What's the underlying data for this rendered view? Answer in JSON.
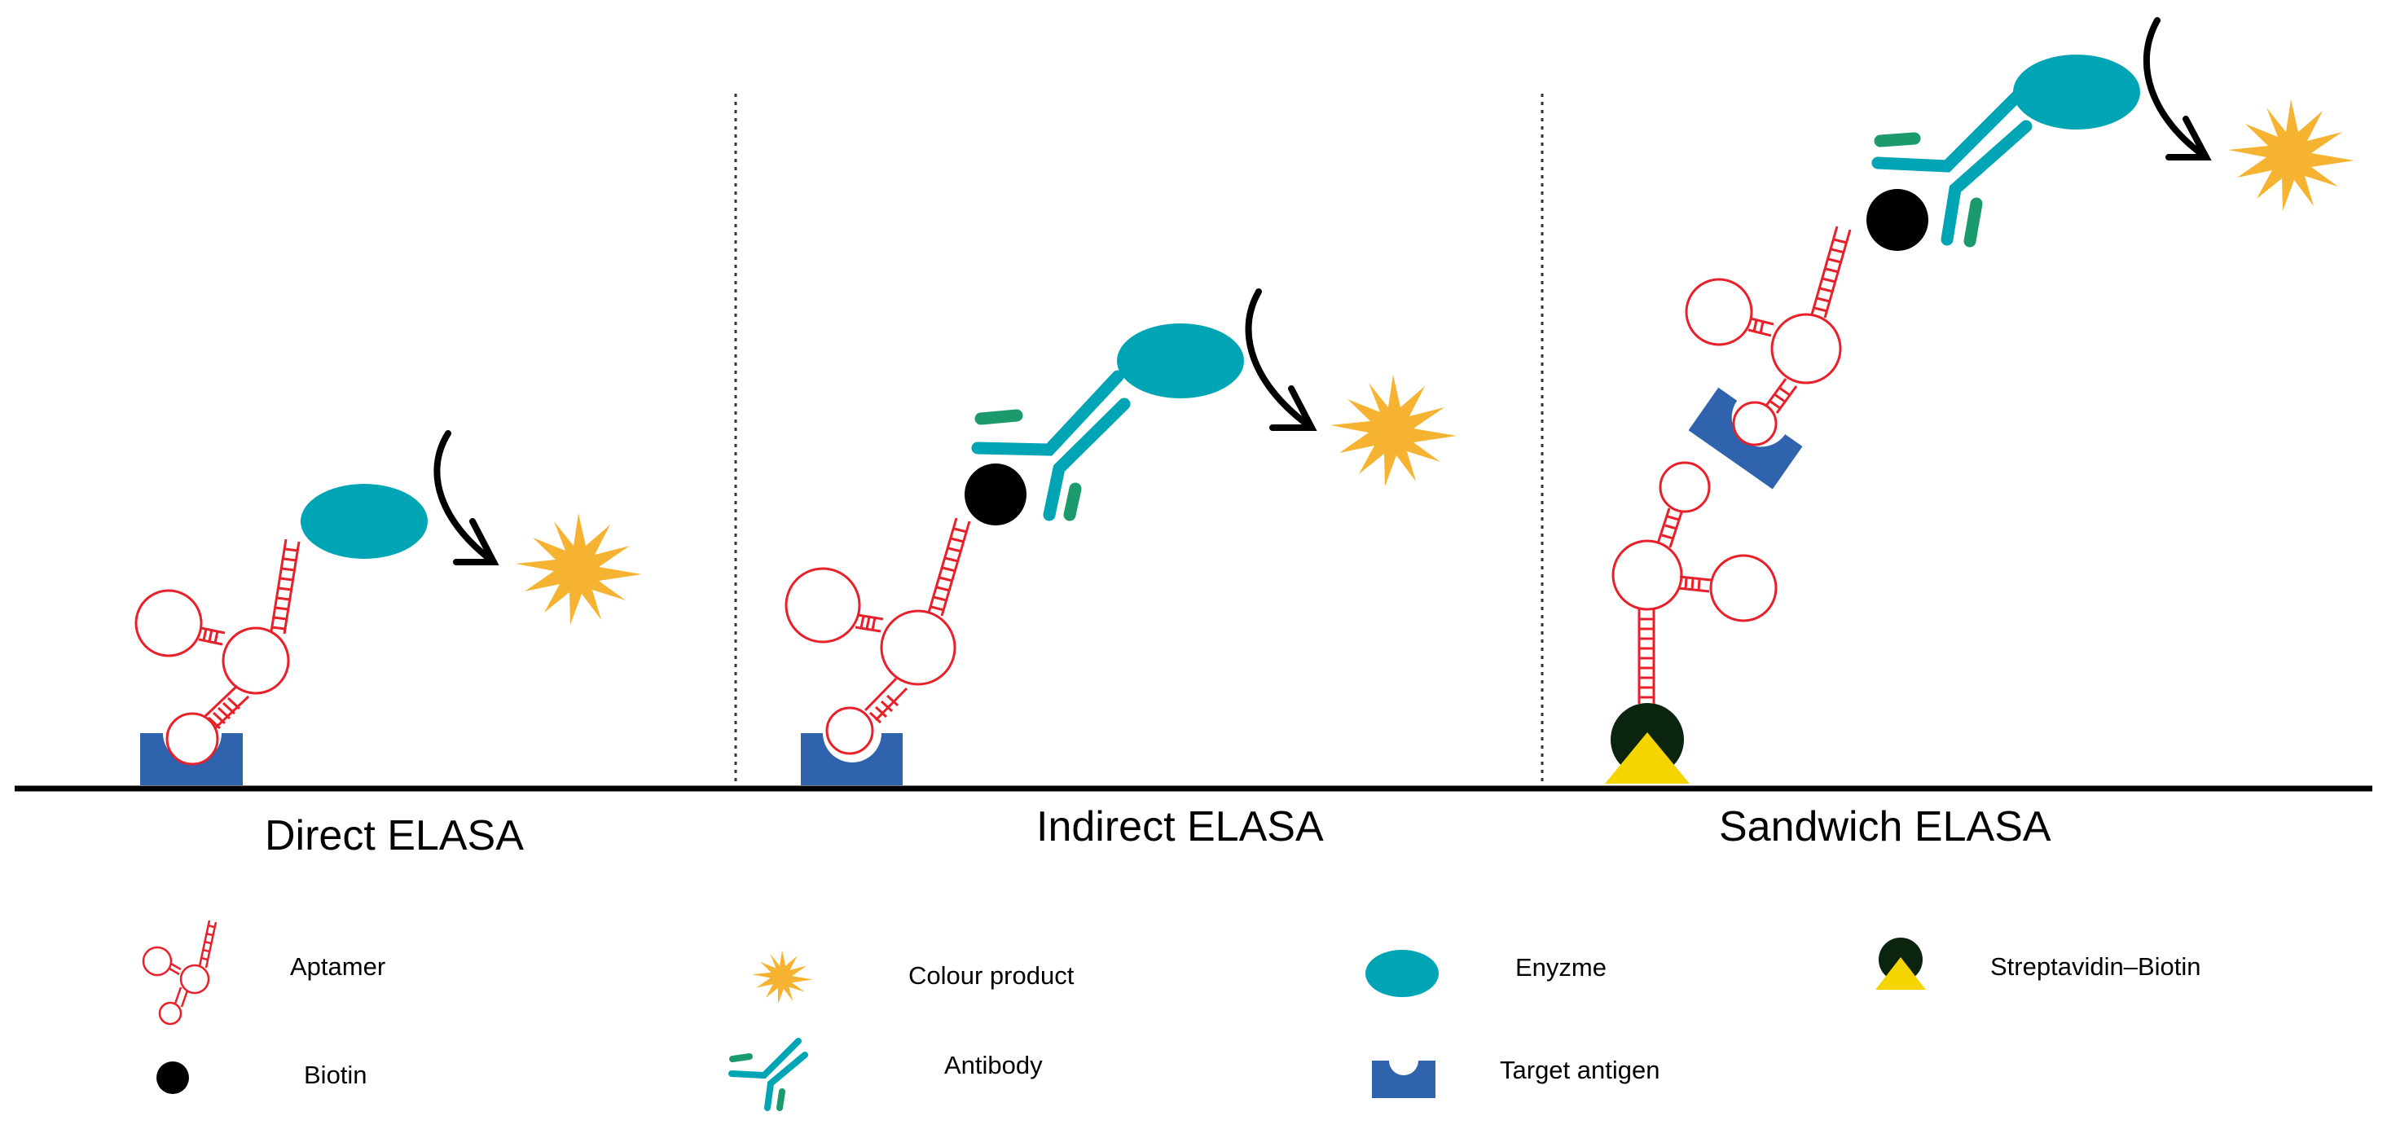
{
  "panels": [
    {
      "title": "Direct ELASA"
    },
    {
      "title": "Indirect ELASA"
    },
    {
      "title": "Sandwich ELASA"
    }
  ],
  "legend": {
    "aptamer": "Aptamer",
    "colour_product": "Colour product",
    "enzyme": "Enyzme",
    "streptavidin_biotin": "Streptavidin–Biotin",
    "biotin": "Biotin",
    "antibody": "Antibody",
    "target_antigen": "Target antigen"
  },
  "colors": {
    "aptamer": "#e8202a",
    "enzyme": "#00a5b5",
    "antigen": "#2f63ad",
    "product": "#f5b331",
    "antibody_cyan": "#00a5b5",
    "antibody_green": "#1b9a6b",
    "biotin": "#000000",
    "streptavidin": "#0a2410",
    "streptavidin_base": "#f5d400",
    "line": "#000000"
  },
  "icons": [
    "aptamer-icon",
    "colour-product-icon",
    "enzyme-icon",
    "streptavidin-biotin-icon",
    "biotin-icon",
    "antibody-icon",
    "target-antigen-icon",
    "arrow-icon"
  ]
}
